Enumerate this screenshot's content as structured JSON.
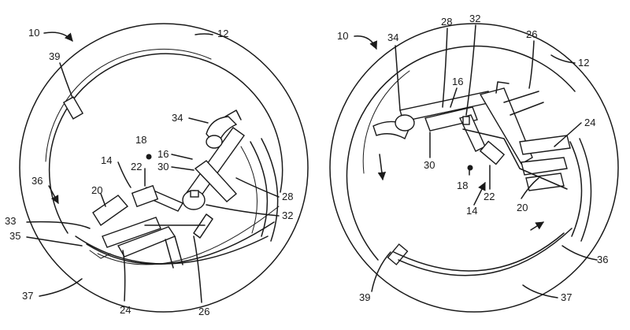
{
  "figure_left": {
    "labels": {
      "l10": "10",
      "l12": "12",
      "l39": "39",
      "l34": "34",
      "l18": "18",
      "l16": "16",
      "l30": "30",
      "l14": "14",
      "l22": "22",
      "l36": "36",
      "l20": "20",
      "l28": "28",
      "l32": "32",
      "l33": "33",
      "l35": "35",
      "l37": "37",
      "l24": "24",
      "l26": "26"
    }
  },
  "figure_right": {
    "labels": {
      "l10": "10",
      "l34": "34",
      "l28": "28",
      "l32": "32",
      "l26": "26",
      "l12": "12",
      "l16": "16",
      "l24": "24",
      "l30": "30",
      "l18": "18",
      "l22": "22",
      "l14": "14",
      "l20": "20",
      "l36": "36",
      "l39": "39",
      "l37": "37"
    }
  }
}
